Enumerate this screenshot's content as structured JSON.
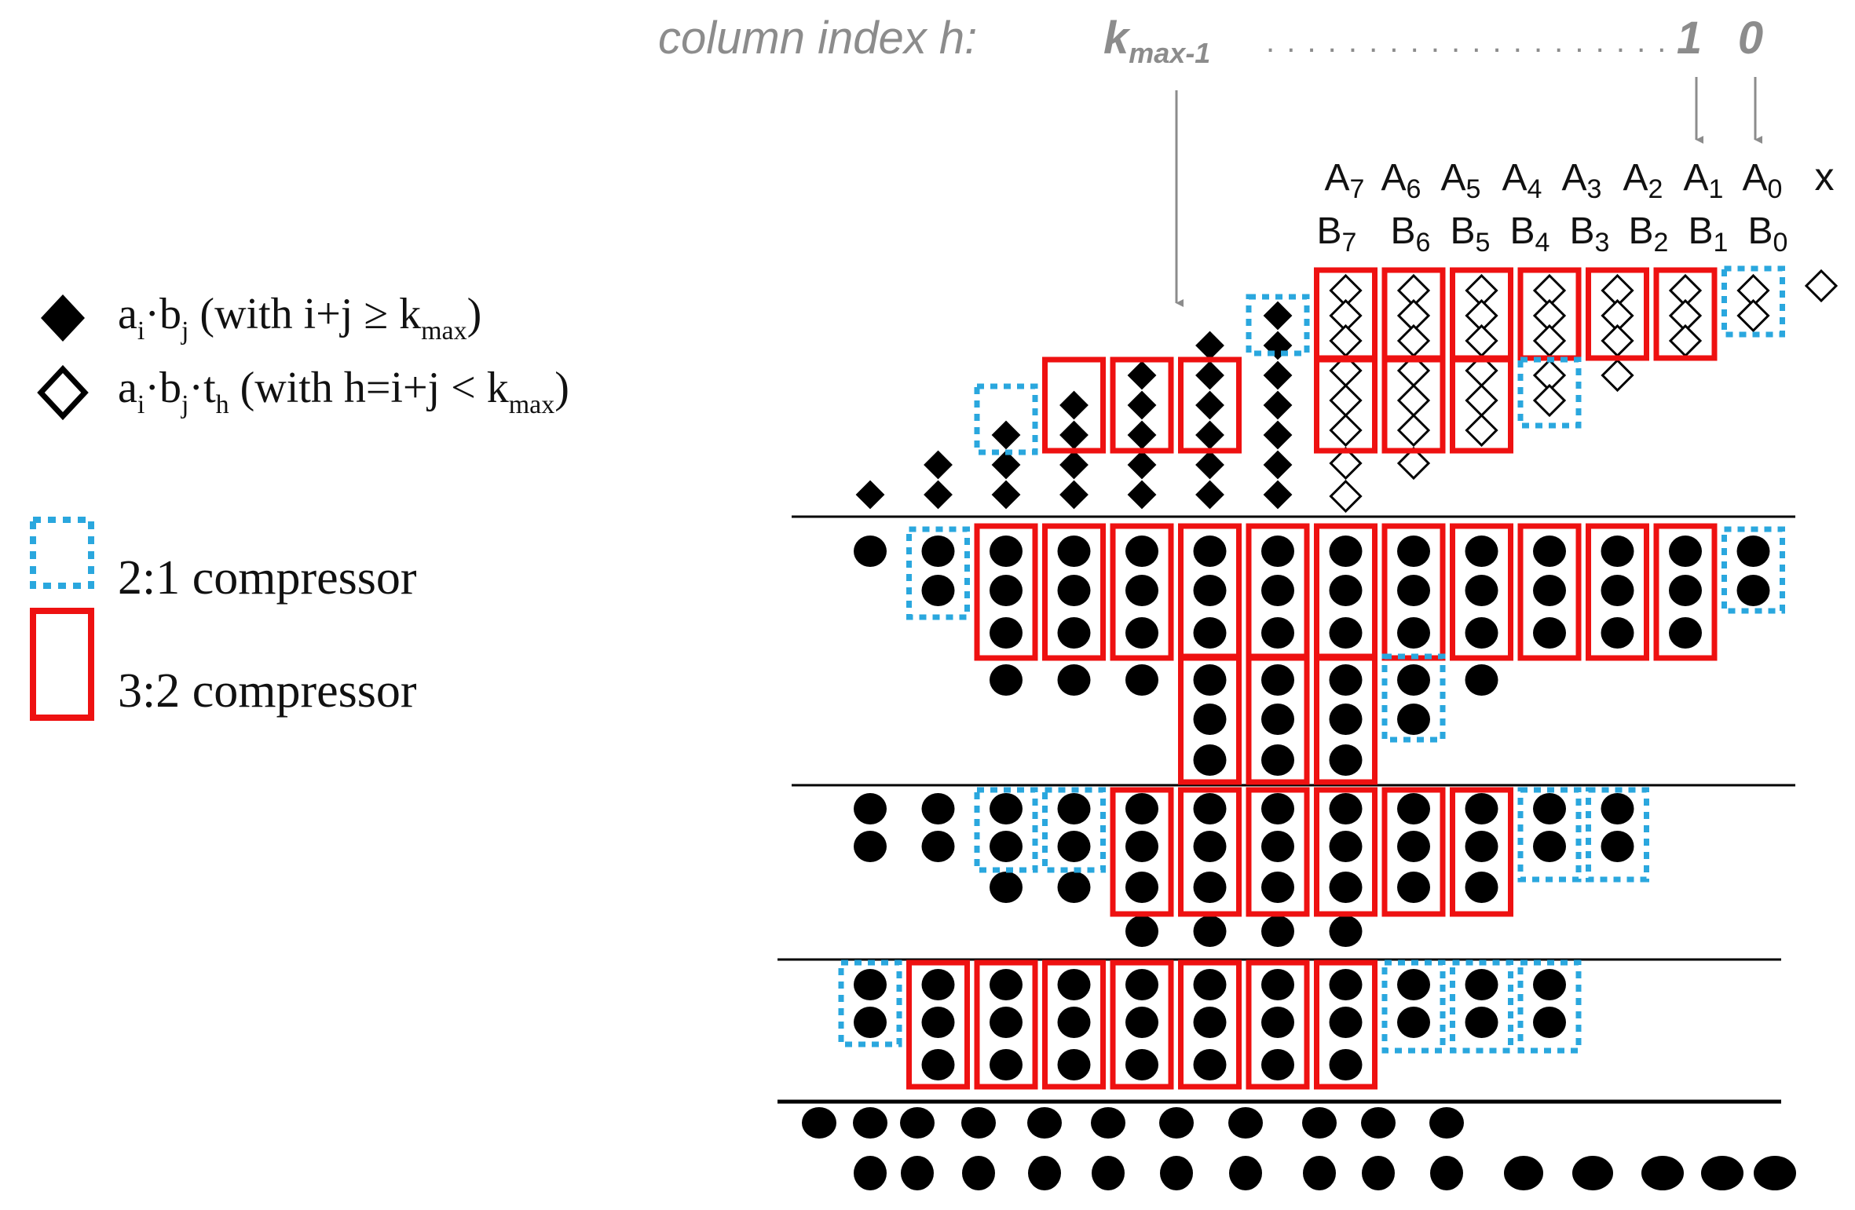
{
  "header": {
    "column_index_label": "column index h:",
    "kmax_main": "k",
    "kmax_sub": "max-1",
    "dots": ". . . . . . . . . . . . . . . . . . . .",
    "index_one": "1",
    "index_zero": "0",
    "color": "#8c8c8c"
  },
  "operands": {
    "a_labels": [
      {
        "main": "A",
        "sub": "7"
      },
      {
        "main": "A",
        "sub": "6"
      },
      {
        "main": "A",
        "sub": "5"
      },
      {
        "main": "A",
        "sub": "4"
      },
      {
        "main": "A",
        "sub": "3"
      },
      {
        "main": "A",
        "sub": "2"
      },
      {
        "main": "A",
        "sub": "1"
      },
      {
        "main": "A",
        "sub": "0"
      }
    ],
    "b_labels": [
      {
        "main": "B",
        "sub": "7"
      },
      {
        "main": "B",
        "sub": "6"
      },
      {
        "main": "B",
        "sub": "5"
      },
      {
        "main": "B",
        "sub": "4"
      },
      {
        "main": "B",
        "sub": "3"
      },
      {
        "main": "B",
        "sub": "2"
      },
      {
        "main": "B",
        "sub": "1"
      },
      {
        "main": "B",
        "sub": "0"
      }
    ],
    "multiply_symbol": "x"
  },
  "legend": {
    "filled_diamond": {
      "a": "a",
      "a_sub": "i",
      "dot": "·",
      "b": "b",
      "b_sub": "j",
      "text": " (with i+j ≥ k",
      "k_sub": "max",
      "close": ")"
    },
    "open_diamond": {
      "a": "a",
      "a_sub": "i",
      "dot": "·",
      "b": "b",
      "b_sub": "j",
      "dot2": "·",
      "t": "t",
      "t_sub": "h",
      "text": " (with h=i+j < k",
      "k_sub": "max",
      "close": ")"
    },
    "compressor_2_1": "2:1 compressor",
    "compressor_3_2": "3:2 compressor"
  },
  "colors": {
    "compressor_2_1": "#2aa7de",
    "compressor_3_2": "#ee1111",
    "bit": "#000000",
    "arrow": "#8c8c8c"
  }
}
